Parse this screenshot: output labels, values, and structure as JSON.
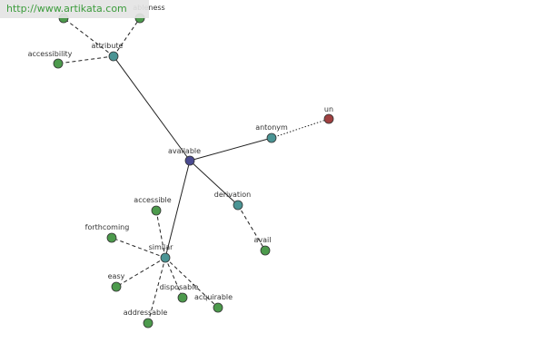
{
  "site": {
    "url": "http://www.artikata.com"
  },
  "colors": {
    "root": "#4a4a90",
    "relation": "#4a9494",
    "word": "#4c9a4c",
    "antonym_word": "#a04040",
    "edge": "#222222"
  },
  "graph": {
    "nodes": [
      {
        "id": "available",
        "label": "available",
        "kind": "root"
      },
      {
        "id": "attribute",
        "label": "attribute",
        "kind": "relation"
      },
      {
        "id": "antonym",
        "label": "antonym",
        "kind": "relation"
      },
      {
        "id": "derivation",
        "label": "derivation",
        "kind": "relation"
      },
      {
        "id": "similar",
        "label": "similar",
        "kind": "relation"
      },
      {
        "id": "accessibility",
        "label": "accessibility",
        "kind": "word"
      },
      {
        "id": "availableness",
        "label": "ableness",
        "kind": "word"
      },
      {
        "id": "attr-extra",
        "label": "",
        "kind": "word"
      },
      {
        "id": "un",
        "label": "un",
        "kind": "antonym_word"
      },
      {
        "id": "avail",
        "label": "avail",
        "kind": "word"
      },
      {
        "id": "accessible",
        "label": "accessible",
        "kind": "word"
      },
      {
        "id": "forthcoming",
        "label": "forthcoming",
        "kind": "word"
      },
      {
        "id": "easy",
        "label": "easy",
        "kind": "word"
      },
      {
        "id": "disposable",
        "label": "disposable",
        "kind": "word"
      },
      {
        "id": "acquirable",
        "label": "acquirable",
        "kind": "word"
      },
      {
        "id": "addressable",
        "label": "addressable",
        "kind": "word"
      }
    ],
    "edges": [
      {
        "from": "available",
        "to": "attribute",
        "style": "solid"
      },
      {
        "from": "available",
        "to": "antonym",
        "style": "solid"
      },
      {
        "from": "available",
        "to": "derivation",
        "style": "solid"
      },
      {
        "from": "available",
        "to": "similar",
        "style": "solid"
      },
      {
        "from": "attribute",
        "to": "accessibility",
        "style": "dashed"
      },
      {
        "from": "attribute",
        "to": "availableness",
        "style": "dashed"
      },
      {
        "from": "attribute",
        "to": "attr-extra",
        "style": "dashed"
      },
      {
        "from": "antonym",
        "to": "un",
        "style": "dotted"
      },
      {
        "from": "derivation",
        "to": "avail",
        "style": "dashed"
      },
      {
        "from": "similar",
        "to": "accessible",
        "style": "dashed"
      },
      {
        "from": "similar",
        "to": "forthcoming",
        "style": "dashed"
      },
      {
        "from": "similar",
        "to": "easy",
        "style": "dashed"
      },
      {
        "from": "similar",
        "to": "disposable",
        "style": "dashed"
      },
      {
        "from": "similar",
        "to": "acquirable",
        "style": "dashed"
      },
      {
        "from": "similar",
        "to": "addressable",
        "style": "dashed"
      }
    ]
  }
}
